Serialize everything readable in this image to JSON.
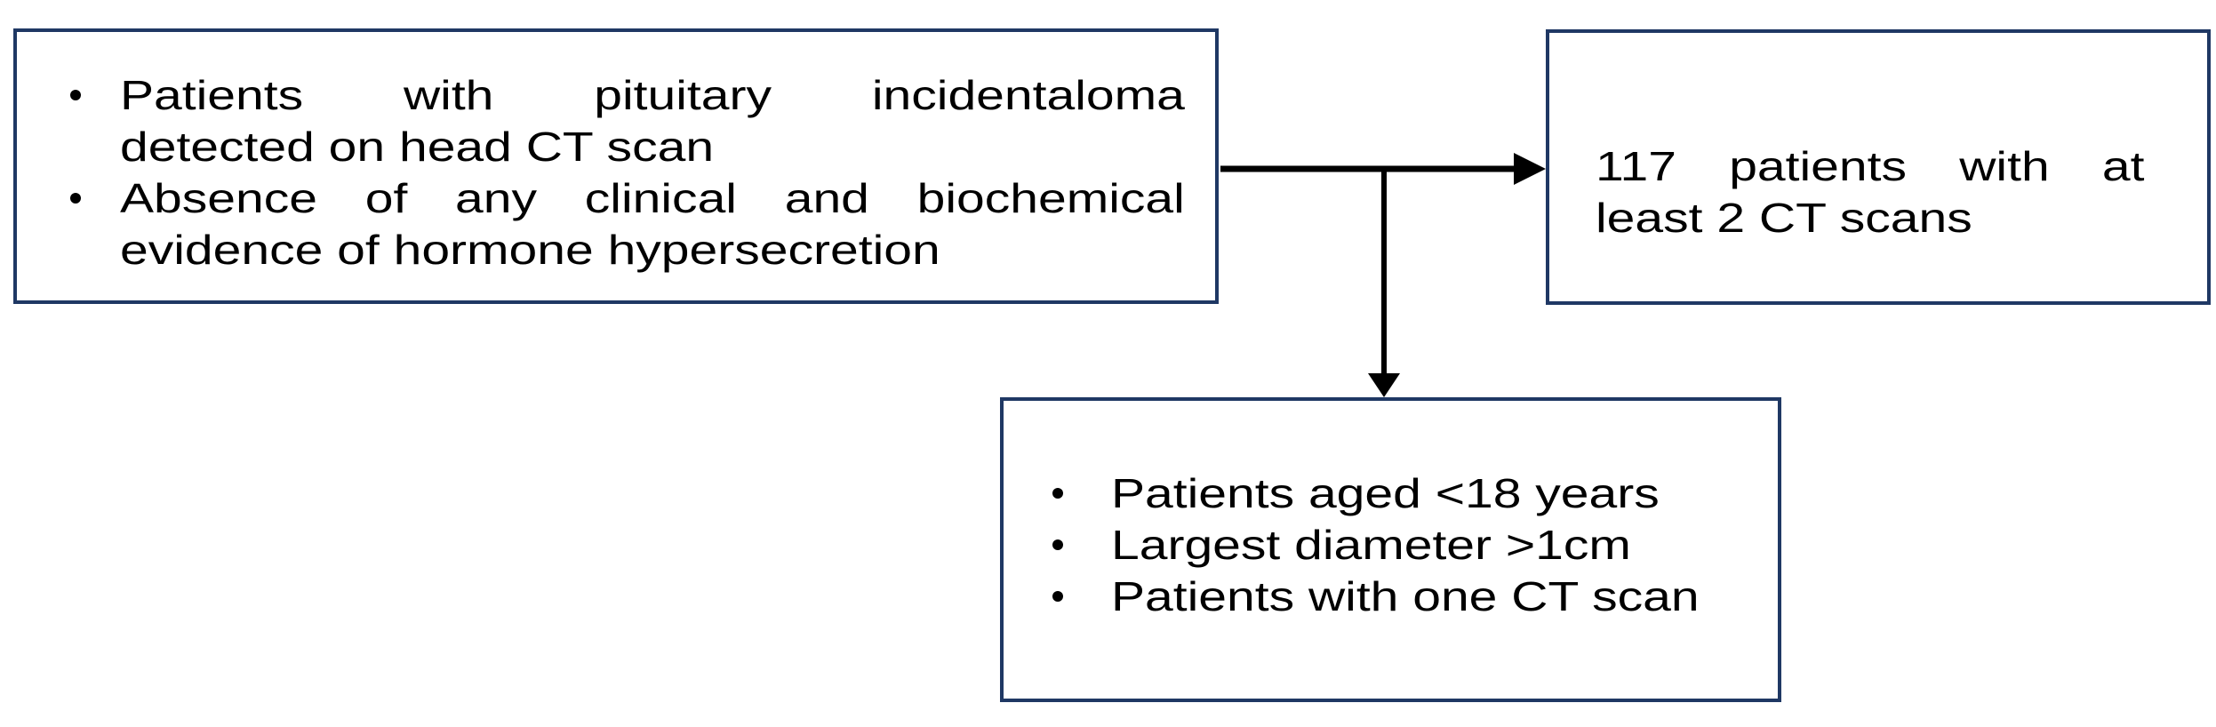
{
  "figure": {
    "type": "flow-diagram",
    "boxes": {
      "criteria": {
        "items": [
          {
            "line1": "Patients with pituitary incidentaloma",
            "line2": "detected on head CT scan"
          },
          {
            "line1": "Absence of any clinical and biochemical",
            "line2": "evidence of hormone hypersecretion"
          }
        ]
      },
      "included": {
        "line1": "117 patients with at",
        "line2": "least 2 CT scans"
      },
      "excluded": {
        "items": [
          "Patients aged <18 years",
          "Largest diameter >1cm",
          "Patients with one CT scan"
        ]
      }
    },
    "colors": {
      "box_border": "#1f3864",
      "connector": "#000000",
      "text": "#000000",
      "background": "#ffffff"
    }
  }
}
